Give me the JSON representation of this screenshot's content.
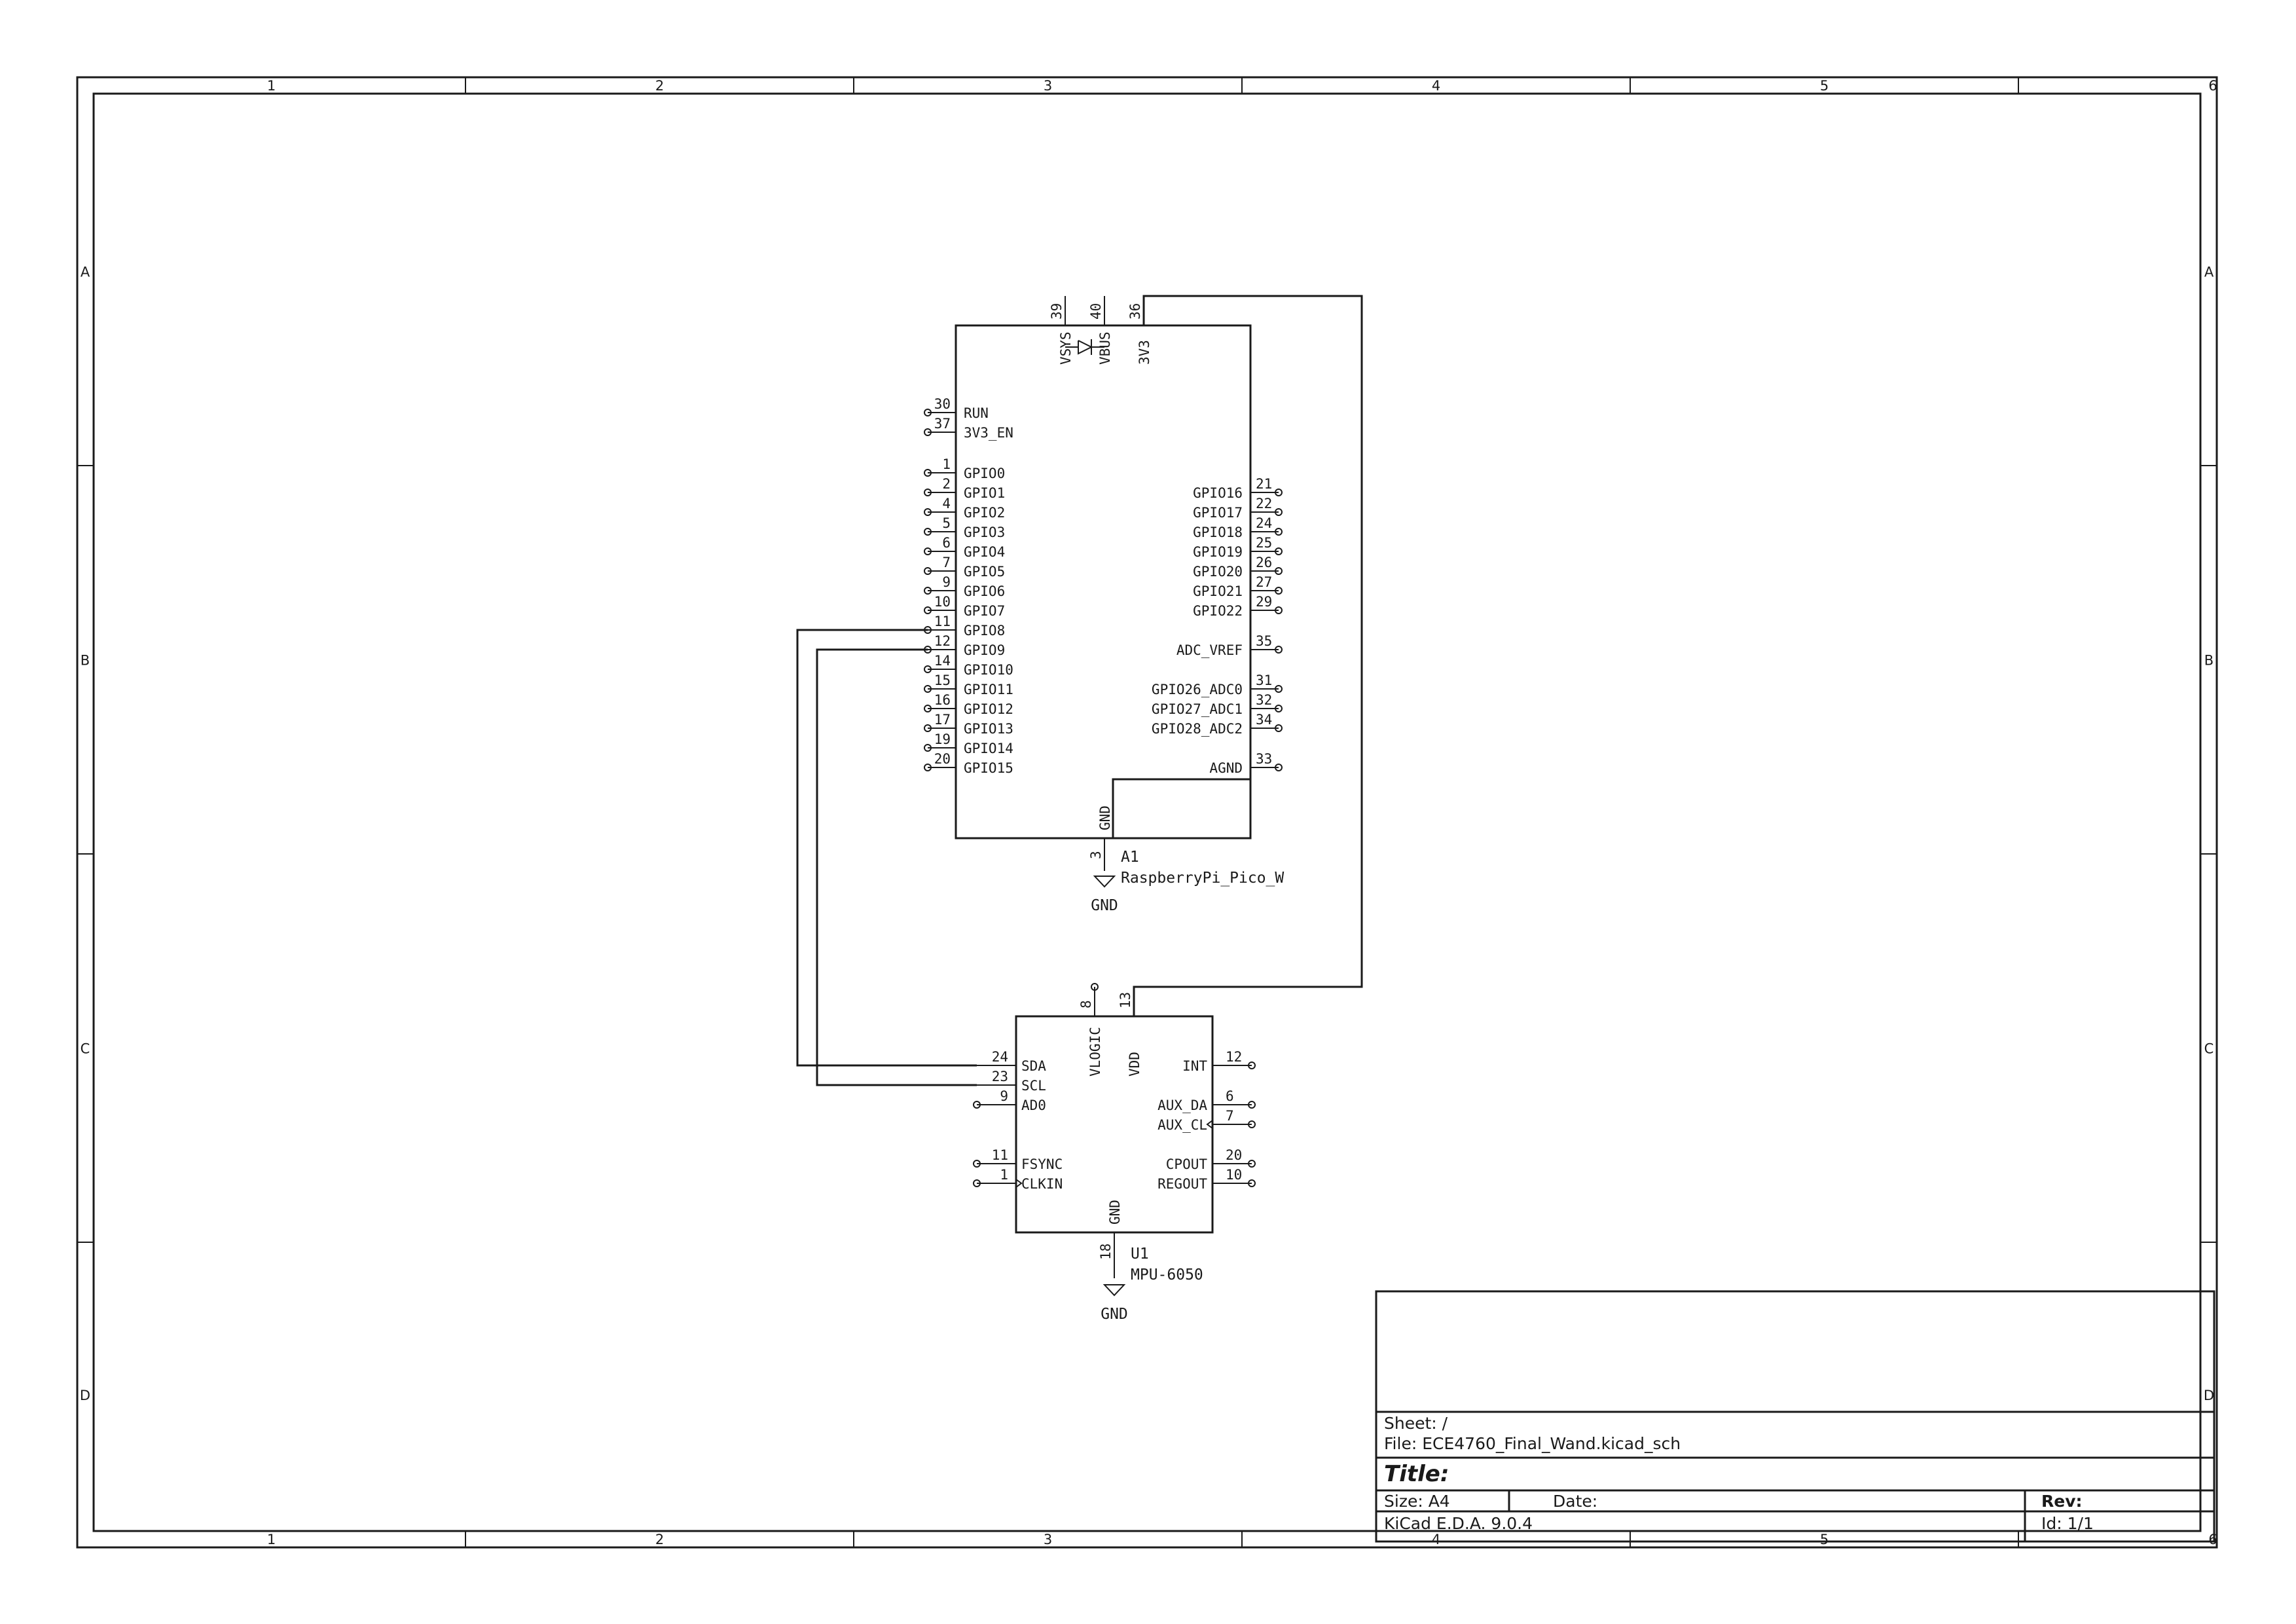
{
  "colors": {
    "line": "#1a1a1a",
    "background": "#ffffff"
  },
  "frame": {
    "columns": [
      "1",
      "2",
      "3",
      "4",
      "5",
      "6"
    ],
    "rows": [
      "A",
      "B",
      "C",
      "D"
    ]
  },
  "symbols": {
    "a1": {
      "ref": "A1",
      "value": "RaspberryPi_Pico_W",
      "top_pins": [
        {
          "num": "39",
          "name": "VSYS"
        },
        {
          "num": "40",
          "name": "VBUS"
        },
        {
          "num": "36",
          "name": "3V3"
        }
      ],
      "left_pins": [
        {
          "num": "30",
          "name": "RUN"
        },
        {
          "num": "37",
          "name": "3V3_EN"
        },
        {
          "num": "1",
          "name": "GPIO0"
        },
        {
          "num": "2",
          "name": "GPIO1"
        },
        {
          "num": "4",
          "name": "GPIO2"
        },
        {
          "num": "5",
          "name": "GPIO3"
        },
        {
          "num": "6",
          "name": "GPIO4"
        },
        {
          "num": "7",
          "name": "GPIO5"
        },
        {
          "num": "9",
          "name": "GPIO6"
        },
        {
          "num": "10",
          "name": "GPIO7"
        },
        {
          "num": "11",
          "name": "GPIO8"
        },
        {
          "num": "12",
          "name": "GPIO9"
        },
        {
          "num": "14",
          "name": "GPIO10"
        },
        {
          "num": "15",
          "name": "GPIO11"
        },
        {
          "num": "16",
          "name": "GPIO12"
        },
        {
          "num": "17",
          "name": "GPIO13"
        },
        {
          "num": "19",
          "name": "GPIO14"
        },
        {
          "num": "20",
          "name": "GPIO15"
        }
      ],
      "right_pins": [
        {
          "num": "21",
          "name": "GPIO16"
        },
        {
          "num": "22",
          "name": "GPIO17"
        },
        {
          "num": "24",
          "name": "GPIO18"
        },
        {
          "num": "25",
          "name": "GPIO19"
        },
        {
          "num": "26",
          "name": "GPIO20"
        },
        {
          "num": "27",
          "name": "GPIO21"
        },
        {
          "num": "29",
          "name": "GPIO22"
        },
        {
          "num": "35",
          "name": "ADC_VREF"
        },
        {
          "num": "31",
          "name": "GPIO26_ADC0"
        },
        {
          "num": "32",
          "name": "GPIO27_ADC1"
        },
        {
          "num": "34",
          "name": "GPIO28_ADC2"
        },
        {
          "num": "33",
          "name": "AGND"
        }
      ],
      "bottom_pin": {
        "num": "3",
        "name": "GND"
      }
    },
    "u1": {
      "ref": "U1",
      "value": "MPU-6050",
      "top_pins": [
        {
          "num": "8",
          "name": "VLOGIC"
        },
        {
          "num": "13",
          "name": "VDD"
        }
      ],
      "left_pins": [
        {
          "num": "24",
          "name": "SDA"
        },
        {
          "num": "23",
          "name": "SCL"
        },
        {
          "num": "9",
          "name": "AD0"
        },
        {
          "num": "11",
          "name": "FSYNC"
        },
        {
          "num": "1",
          "name": "CLKIN"
        }
      ],
      "right_pins": [
        {
          "num": "12",
          "name": "INT"
        },
        {
          "num": "6",
          "name": "AUX_DA"
        },
        {
          "num": "7",
          "name": "AUX_CL"
        },
        {
          "num": "20",
          "name": "CPOUT"
        },
        {
          "num": "10",
          "name": "REGOUT"
        }
      ],
      "bottom_pin": {
        "num": "18",
        "name": "GND"
      }
    },
    "gnd1": {
      "label": "GND"
    },
    "gnd2": {
      "label": "GND"
    }
  },
  "title_block": {
    "sheet": "Sheet: /",
    "file": "File: ECE4760_Final_Wand.kicad_sch",
    "title": "Title:",
    "size": "Size: A4",
    "date": "Date:",
    "rev": "Rev:",
    "tool": "KiCad E.D.A. 9.0.4",
    "id": "Id: 1/1"
  }
}
